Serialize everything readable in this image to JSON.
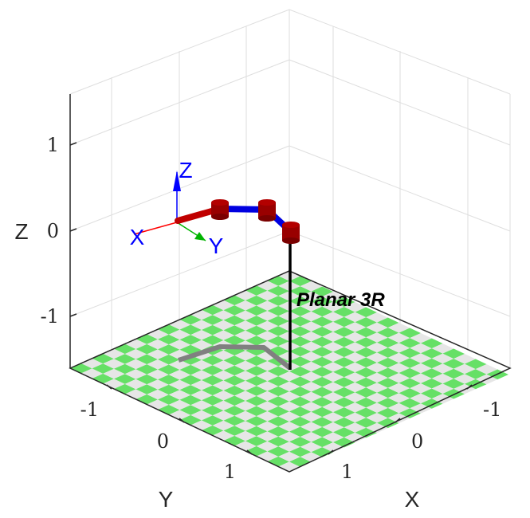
{
  "robot": {
    "name": "Planar 3R"
  },
  "axes": {
    "x_label": "X",
    "y_label": "Y",
    "z_label": "Z",
    "x_ticks": [
      "-1",
      "0",
      "1"
    ],
    "y_ticks": [
      "-1",
      "0",
      "1"
    ],
    "z_ticks": [
      "1",
      "0",
      "-1"
    ]
  },
  "frame": {
    "x": "X",
    "y": "Y",
    "z": "Z"
  },
  "colors": {
    "floor_green": "#66e066",
    "floor_gray": "#e6e6e6",
    "link": "#0000e0",
    "base_link": "#c00000",
    "joint": "#990000",
    "shadow": "#808080",
    "grid": "#dedede",
    "frame_x": "#ff0000",
    "frame_y": "#00b400",
    "frame_z": "#0000ff"
  }
}
